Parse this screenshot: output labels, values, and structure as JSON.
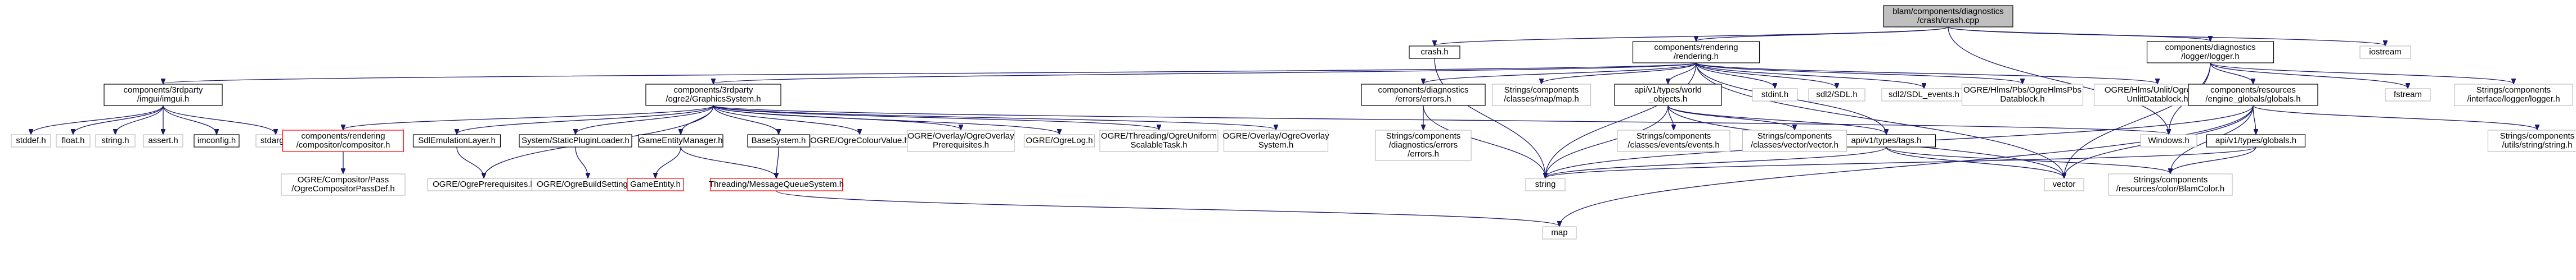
{
  "colors": {
    "root_fill": "#bfbfbf",
    "default_border": "#000000",
    "grey_border": "#bfbfbf",
    "red_border": "#ff0000",
    "edge": "#191970"
  },
  "nodes": [
    {
      "id": "n_root",
      "name": "node-crash-cpp",
      "lines": [
        "blam/components/diagnostics",
        "/crash/crash.cpp"
      ],
      "style": "root"
    },
    {
      "id": "n_crash_h",
      "name": "node-crash-h",
      "lines": [
        "crash.h"
      ],
      "style": "default"
    },
    {
      "id": "n_rendering",
      "name": "node-rendering-h",
      "lines": [
        "components/rendering",
        "/rendering.h"
      ],
      "style": "default"
    },
    {
      "id": "n_logger",
      "name": "node-logger-h",
      "lines": [
        "components/diagnostics",
        "/logger/logger.h"
      ],
      "style": "default"
    },
    {
      "id": "n_iostream",
      "name": "node-iostream",
      "lines": [
        "iostream"
      ],
      "style": "grey"
    },
    {
      "id": "n_imgui",
      "name": "node-imgui-h",
      "lines": [
        "components/3rdparty",
        "/imgui/imgui.h"
      ],
      "style": "default"
    },
    {
      "id": "n_ogre2",
      "name": "node-ogre2-graphicssystem-h",
      "lines": [
        "components/3rdparty",
        "/ogre2/GraphicsSystem.h"
      ],
      "style": "default"
    },
    {
      "id": "n_errors",
      "name": "node-errors-h",
      "lines": [
        "components/diagnostics",
        "/errors/errors.h"
      ],
      "style": "default"
    },
    {
      "id": "n_map",
      "name": "node-strings-map-h",
      "lines": [
        "Strings/components",
        "/classes/map/map.h"
      ],
      "style": "grey"
    },
    {
      "id": "n_world",
      "name": "node-world-objects-h",
      "lines": [
        "api/v1/types/world",
        "_objects.h"
      ],
      "style": "default"
    },
    {
      "id": "n_stdint",
      "name": "node-stdint-h",
      "lines": [
        "stdint.h"
      ],
      "style": "grey"
    },
    {
      "id": "n_sdl2",
      "name": "node-sdl2-sdl-h",
      "lines": [
        "sdl2/SDL.h"
      ],
      "style": "grey"
    },
    {
      "id": "n_sdl2e",
      "name": "node-sdl2-events-h",
      "lines": [
        "sdl2/SDL_events.h"
      ],
      "style": "grey"
    },
    {
      "id": "n_hlms_pbs",
      "name": "node-ogre-hlms-pbs",
      "lines": [
        "OGRE/Hlms/Pbs/OgreHlmsPbs",
        "Datablock.h"
      ],
      "style": "grey"
    },
    {
      "id": "n_hlms_unlit",
      "name": "node-ogre-hlms-unlit",
      "lines": [
        "OGRE/Hlms/Unlit/OgreHlms",
        "UnlitDatablock.h"
      ],
      "style": "grey"
    },
    {
      "id": "n_fstream",
      "name": "node-fstream",
      "lines": [
        "fstream"
      ],
      "style": "grey"
    },
    {
      "id": "n_logger_str",
      "name": "node-strings-logger-h",
      "lines": [
        "Strings/components",
        "/interface/logger/logger.h"
      ],
      "style": "grey"
    },
    {
      "id": "n_globals",
      "name": "node-globals-h",
      "lines": [
        "components/resources",
        "/engine_globals/globals.h"
      ],
      "style": "default"
    },
    {
      "id": "n_stddef",
      "name": "node-stddef-h",
      "lines": [
        "stddef.h"
      ],
      "style": "grey"
    },
    {
      "id": "n_float",
      "name": "node-float-h",
      "lines": [
        "float.h"
      ],
      "style": "grey"
    },
    {
      "id": "n_string_h",
      "name": "node-string-h",
      "lines": [
        "string.h"
      ],
      "style": "grey"
    },
    {
      "id": "n_assert",
      "name": "node-assert-h",
      "lines": [
        "assert.h"
      ],
      "style": "grey"
    },
    {
      "id": "n_imconfig",
      "name": "node-imconfig-h",
      "lines": [
        "imconfig.h"
      ],
      "style": "default"
    },
    {
      "id": "n_stdarg",
      "name": "node-stdarg-h",
      "lines": [
        "stdarg.h"
      ],
      "style": "grey"
    },
    {
      "id": "n_compositor",
      "name": "node-compositor-h",
      "lines": [
        "components/rendering",
        "/compositor/compositor.h"
      ],
      "style": "red"
    },
    {
      "id": "n_sdlemu",
      "name": "node-sdlemulationlayer-h",
      "lines": [
        "SdlEmulationLayer.h"
      ],
      "style": "default"
    },
    {
      "id": "n_staticplugin",
      "name": "node-staticpluginloader-h",
      "lines": [
        "System/StaticPluginLoader.h"
      ],
      "style": "default"
    },
    {
      "id": "n_gem",
      "name": "node-gameentitymanager-h",
      "lines": [
        "GameEntityManager.h"
      ],
      "style": "default"
    },
    {
      "id": "n_basesystem",
      "name": "node-basesystem-h",
      "lines": [
        "BaseSystem.h"
      ],
      "style": "default"
    },
    {
      "id": "n_colour",
      "name": "node-ogre-colourvalue-h",
      "lines": [
        "OGRE/OgreColourValue.h"
      ],
      "style": "grey"
    },
    {
      "id": "n_overlay_prereq",
      "name": "node-ogre-overlay-prerequisites",
      "lines": [
        "OGRE/Overlay/OgreOverlay",
        "Prerequisites.h"
      ],
      "style": "grey"
    },
    {
      "id": "n_ogrelog",
      "name": "node-ogre-ogrelog-h",
      "lines": [
        "OGRE/OgreLog.h"
      ],
      "style": "grey"
    },
    {
      "id": "n_threading_uniform",
      "name": "node-ogre-threading-uniform",
      "lines": [
        "OGRE/Threading/OgreUniform",
        "ScalableTask.h"
      ],
      "style": "grey"
    },
    {
      "id": "n_overlay_sys",
      "name": "node-ogre-overlay-system",
      "lines": [
        "OGRE/Overlay/OgreOverlay",
        "System.h"
      ],
      "style": "grey"
    },
    {
      "id": "n_windows",
      "name": "node-windows-h",
      "lines": [
        "Windows.h"
      ],
      "style": "grey"
    },
    {
      "id": "n_tags",
      "name": "node-tags-h",
      "lines": [
        "api/v1/types/tags.h"
      ],
      "style": "default"
    },
    {
      "id": "n_types_globals",
      "name": "node-types-globals-h",
      "lines": [
        "api/v1/types/globals.h"
      ],
      "style": "default"
    },
    {
      "id": "n_string_str",
      "name": "node-strings-string-h",
      "lines": [
        "Strings/components",
        "/utils/string/string.h"
      ],
      "style": "grey"
    },
    {
      "id": "n_err_str",
      "name": "node-strings-errors-h",
      "lines": [
        "Strings/components",
        "/diagnostics/errors",
        "/errors.h"
      ],
      "style": "grey"
    },
    {
      "id": "n_events_str",
      "name": "node-strings-events-h",
      "lines": [
        "Strings/components",
        "/classes/events/events.h"
      ],
      "style": "grey"
    },
    {
      "id": "n_vector_str",
      "name": "node-strings-vector-h",
      "lines": [
        "Strings/components",
        "/classes/vector/vector.h"
      ],
      "style": "grey"
    },
    {
      "id": "n_compositorpass",
      "name": "node-ogre-compositorpassdef",
      "lines": [
        "OGRE/Compositor/Pass",
        "/OgreCompositorPassDef.h"
      ],
      "style": "grey"
    },
    {
      "id": "n_ogreprereq",
      "name": "node-ogre-prerequisites-h",
      "lines": [
        "OGRE/OgrePrerequisites.h"
      ],
      "style": "grey"
    },
    {
      "id": "n_buildsettings",
      "name": "node-ogre-buildsettings-h",
      "lines": [
        "OGRE/OgreBuildSettings.h"
      ],
      "style": "grey"
    },
    {
      "id": "n_gameentity",
      "name": "node-gameentity-h",
      "lines": [
        "GameEntity.h"
      ],
      "style": "red"
    },
    {
      "id": "n_mqs",
      "name": "node-messagequeuesystem-h",
      "lines": [
        "Threading/MessageQueueSystem.h"
      ],
      "style": "red"
    },
    {
      "id": "n_string",
      "name": "node-string",
      "lines": [
        "string"
      ],
      "style": "grey"
    },
    {
      "id": "n_vector",
      "name": "node-vector",
      "lines": [
        "vector"
      ],
      "style": "grey"
    },
    {
      "id": "n_blamcolor",
      "name": "node-blamcolor-h",
      "lines": [
        "Strings/components",
        "/resources/color/BlamColor.h"
      ],
      "style": "grey"
    },
    {
      "id": "n_map_std",
      "name": "node-map",
      "lines": [
        "map"
      ],
      "style": "grey"
    }
  ],
  "edges": [
    [
      "n_root",
      "n_crash_h"
    ],
    [
      "n_root",
      "n_rendering"
    ],
    [
      "n_root",
      "n_logger"
    ],
    [
      "n_root",
      "n_iostream"
    ],
    [
      "n_root",
      "n_windows"
    ],
    [
      "n_crash_h",
      "n_string"
    ],
    [
      "n_rendering",
      "n_imgui"
    ],
    [
      "n_rendering",
      "n_ogre2"
    ],
    [
      "n_rendering",
      "n_errors"
    ],
    [
      "n_rendering",
      "n_map"
    ],
    [
      "n_rendering",
      "n_world"
    ],
    [
      "n_rendering",
      "n_stdint"
    ],
    [
      "n_rendering",
      "n_sdl2"
    ],
    [
      "n_rendering",
      "n_sdl2e"
    ],
    [
      "n_rendering",
      "n_hlms_pbs"
    ],
    [
      "n_rendering",
      "n_hlms_unlit"
    ],
    [
      "n_rendering",
      "n_tags"
    ],
    [
      "n_rendering",
      "n_string"
    ],
    [
      "n_rendering",
      "n_vector"
    ],
    [
      "n_logger",
      "n_fstream"
    ],
    [
      "n_logger",
      "n_logger_str"
    ],
    [
      "n_logger",
      "n_globals"
    ],
    [
      "n_logger",
      "n_windows"
    ],
    [
      "n_logger",
      "n_vector"
    ],
    [
      "n_imgui",
      "n_stddef"
    ],
    [
      "n_imgui",
      "n_float"
    ],
    [
      "n_imgui",
      "n_string_h"
    ],
    [
      "n_imgui",
      "n_assert"
    ],
    [
      "n_imgui",
      "n_imconfig"
    ],
    [
      "n_imgui",
      "n_stdarg"
    ],
    [
      "n_ogre2",
      "n_compositor"
    ],
    [
      "n_ogre2",
      "n_sdlemu"
    ],
    [
      "n_ogre2",
      "n_staticplugin"
    ],
    [
      "n_ogre2",
      "n_gem"
    ],
    [
      "n_ogre2",
      "n_basesystem"
    ],
    [
      "n_ogre2",
      "n_colour"
    ],
    [
      "n_ogre2",
      "n_overlay_prereq"
    ],
    [
      "n_ogre2",
      "n_ogrelog"
    ],
    [
      "n_ogre2",
      "n_threading_uniform"
    ],
    [
      "n_ogre2",
      "n_overlay_sys"
    ],
    [
      "n_ogre2",
      "n_ogreprereq"
    ],
    [
      "n_ogre2",
      "n_windows"
    ],
    [
      "n_compositor",
      "n_compositorpass"
    ],
    [
      "n_sdlemu",
      "n_ogreprereq"
    ],
    [
      "n_staticplugin",
      "n_buildsettings"
    ],
    [
      "n_gem",
      "n_gameentity"
    ],
    [
      "n_gem",
      "n_mqs"
    ],
    [
      "n_basesystem",
      "n_mqs"
    ],
    [
      "n_mqs",
      "n_map_std"
    ],
    [
      "n_errors",
      "n_err_str"
    ],
    [
      "n_errors",
      "n_string"
    ],
    [
      "n_world",
      "n_events_str"
    ],
    [
      "n_world",
      "n_vector_str"
    ],
    [
      "n_world",
      "n_tags"
    ],
    [
      "n_world",
      "n_string"
    ],
    [
      "n_world",
      "n_vector"
    ],
    [
      "n_tags",
      "n_string"
    ],
    [
      "n_tags",
      "n_vector"
    ],
    [
      "n_tags",
      "n_blamcolor"
    ],
    [
      "n_globals",
      "n_types_globals"
    ],
    [
      "n_globals",
      "n_string_str"
    ],
    [
      "n_globals",
      "n_blamcolor"
    ],
    [
      "n_globals",
      "n_string"
    ],
    [
      "n_globals",
      "n_vector"
    ],
    [
      "n_globals",
      "n_map_std"
    ],
    [
      "n_types_globals",
      "n_string"
    ],
    [
      "n_types_globals",
      "n_blamcolor"
    ]
  ]
}
